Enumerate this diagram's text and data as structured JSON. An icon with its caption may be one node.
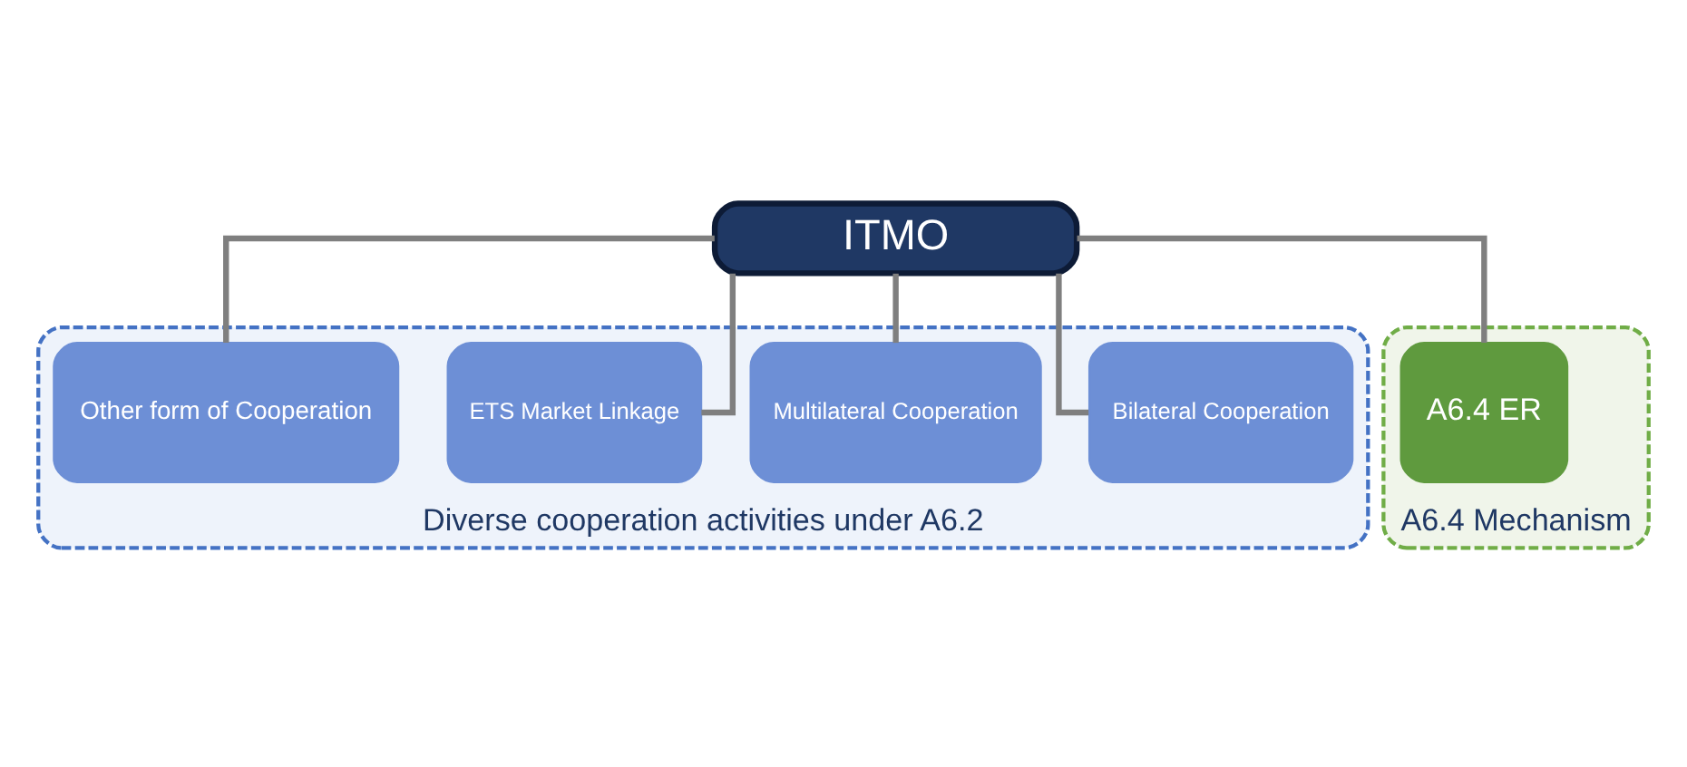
{
  "diagram": {
    "nodes": [
      {
        "text": [
          "ITMO"
        ]
      },
      {
        "text": [
          "Diverse cooperation activities under A6.2"
        ]
      },
      {
        "text": [
          "Bilateral Cooperation"
        ],
        "in": 1
      },
      {
        "text": [
          "Multilateral Cooperation"
        ],
        "in": 1
      },
      {
        "text": [
          "ETS Market Linkage"
        ],
        "in": 1
      },
      {
        "text": [
          "Other form of Cooperation"
        ],
        "in": 1
      },
      {
        "text": [
          "A6.4 Mechanism"
        ]
      },
      {
        "text": [
          "A6.4 ER"
        ],
        "in": 6
      }
    ],
    "edges": [
      {
        "from": 0,
        "to": 2,
        "arrow": "none"
      },
      {
        "from": 0,
        "to": 3,
        "arrow": "none"
      },
      {
        "from": 0,
        "to": 4,
        "arrow": "none"
      },
      {
        "from": 0,
        "to": 5,
        "arrow": "none"
      },
      {
        "from": 0,
        "to": 7,
        "arrow": "none"
      }
    ]
  }
}
